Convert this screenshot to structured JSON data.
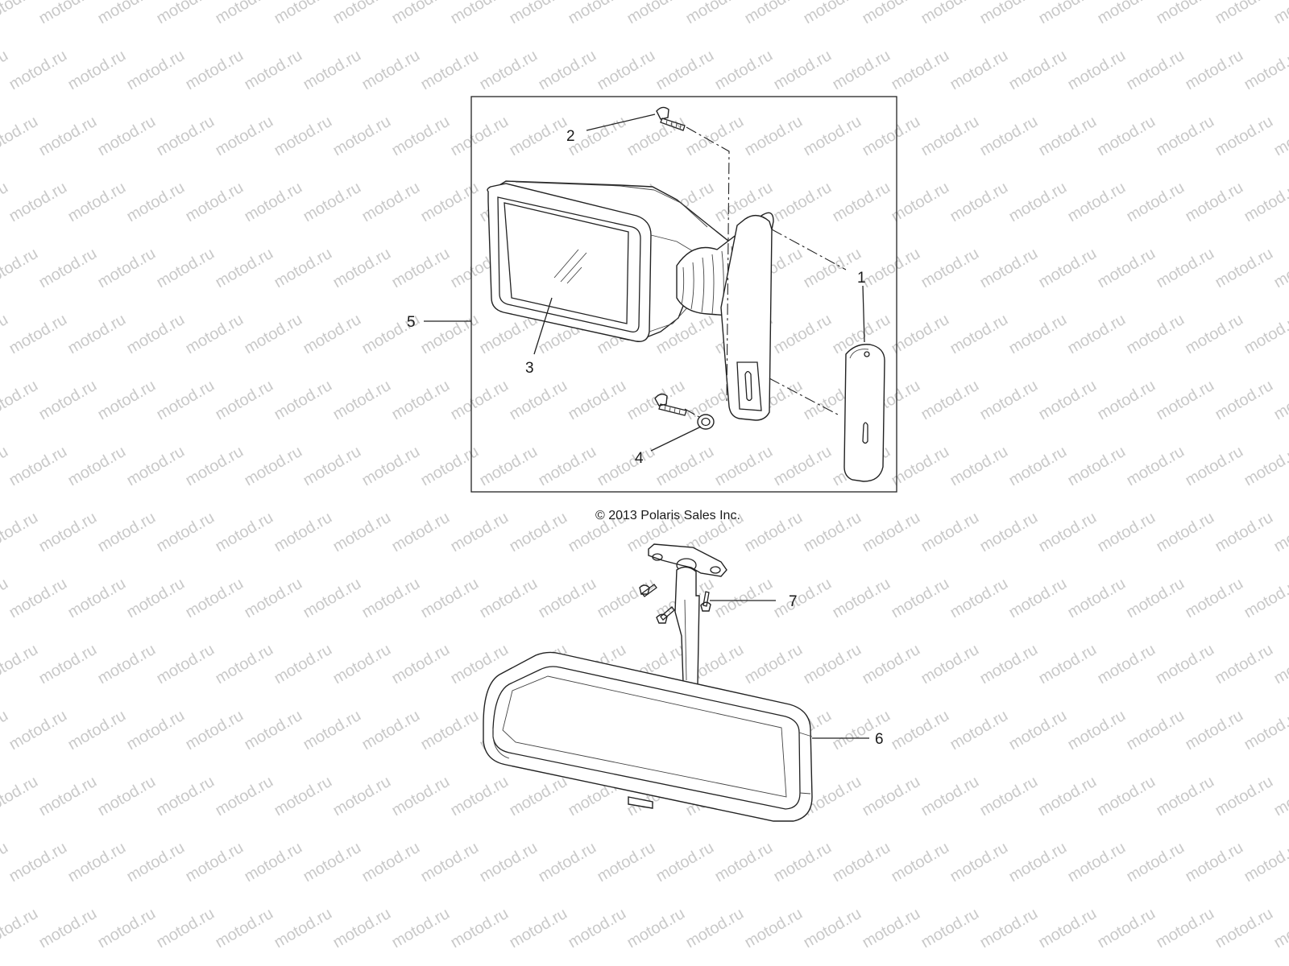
{
  "watermark": {
    "text": "motod.ru",
    "color": "#c9c9c9"
  },
  "copyright": "© 2013 Polaris Sales Inc.",
  "callouts": {
    "c1": "1",
    "c2": "2",
    "c3": "3",
    "c4": "4",
    "c5": "5",
    "c6": "6",
    "c7": "7"
  },
  "colors": {
    "line": "#222222",
    "background": "#ffffff"
  }
}
